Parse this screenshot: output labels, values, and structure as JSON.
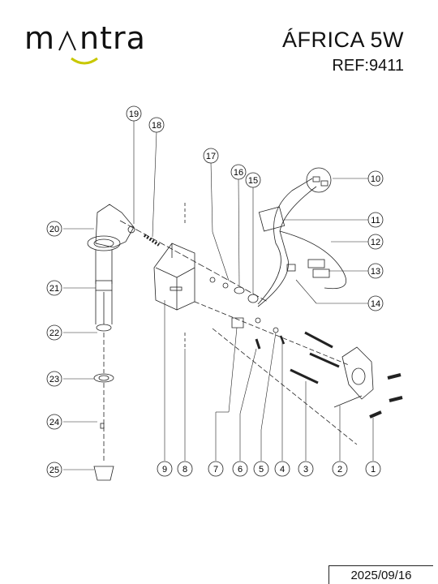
{
  "brand": {
    "name": "mantra",
    "part1": "m",
    "part2": "ntra"
  },
  "product": {
    "title": "ÁFRICA 5W",
    "ref": "REF:9411"
  },
  "date": "2025/09/16",
  "callouts": [
    "1",
    "2",
    "3",
    "4",
    "5",
    "6",
    "7",
    "8",
    "9",
    "10",
    "11",
    "12",
    "13",
    "14",
    "15",
    "16",
    "17",
    "18",
    "19",
    "20",
    "21",
    "22",
    "23",
    "24",
    "25"
  ],
  "colors": {
    "line": "#222222",
    "accent": "#c8c800"
  }
}
